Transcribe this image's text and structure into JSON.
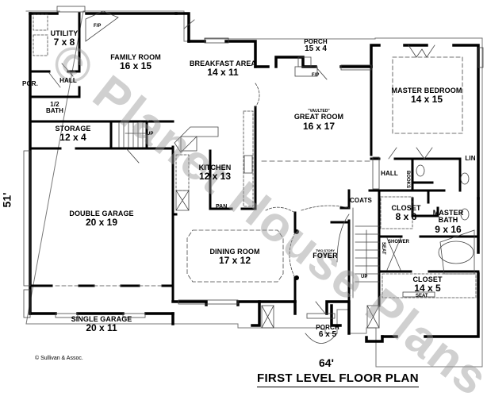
{
  "plan": {
    "title": "FIRST LEVEL FLOOR PLAN",
    "width_dim": "64'",
    "depth_dim": "51'",
    "copyright": "© Sullivan & Assoc.",
    "watermark": "© Planet House Plans",
    "colors": {
      "wall": "#000000",
      "line": "#555555",
      "watermark": "#969696",
      "background": "#ffffff"
    }
  },
  "rooms": {
    "utility": {
      "name": "UTILITY",
      "dim": "7 x 8"
    },
    "family_room": {
      "name": "FAMILY ROOM",
      "dim": "16 x 15"
    },
    "breakfast_area": {
      "name": "BREAKFAST AREA",
      "dim": "14 x 11"
    },
    "porch_rear": {
      "name": "PORCH",
      "dim": "15 x 4"
    },
    "master_bedroom": {
      "name": "MASTER BEDROOM",
      "dim": "14 x 15"
    },
    "great_room": {
      "note": "\"VAULTED\"",
      "name": "GREAT ROOM",
      "dim": "16 x 17"
    },
    "hall_left": {
      "name": "HALL"
    },
    "porch_side": {
      "name": "POR."
    },
    "half_bath": {
      "name": "1/2",
      "name2": "BATH"
    },
    "storage": {
      "name": "STORAGE",
      "dim": "12 x 4"
    },
    "kitchen": {
      "name": "KITCHEN",
      "dim": "12 x 13"
    },
    "pantry": {
      "name": "PAN"
    },
    "hall_right": {
      "name": "HALL"
    },
    "books": {
      "name": "BOOKS"
    },
    "linen": {
      "name": "LIN"
    },
    "coats": {
      "name": "COATS"
    },
    "closet_small": {
      "name": "CLOSET",
      "dim": "8 x 6"
    },
    "master_bath": {
      "name": "MASTER",
      "name2": "BATH",
      "dim": "9 x 16"
    },
    "double_garage": {
      "name": "DOUBLE GARAGE",
      "dim": "20 x 19"
    },
    "dining_room": {
      "name": "DINING ROOM",
      "dim": "17 x 12"
    },
    "foyer": {
      "note": "TWO STORY",
      "name": "FOYER"
    },
    "shower": {
      "name": "SHOWER"
    },
    "seat_vertical": {
      "name": "SEAT"
    },
    "closet_large": {
      "name": "CLOSET",
      "dim": "14 x 5"
    },
    "seat_horizontal": {
      "name": "SEAT"
    },
    "single_garage": {
      "name": "SINGLE GARAGE",
      "dim": "20 x 11"
    },
    "porch_front": {
      "name": "PORCH",
      "dim": "6 x 5"
    }
  },
  "fixtures": {
    "fp_family": "F/P",
    "fp_great": "F/P",
    "stairs_up_left": "UP",
    "stairs_up_foyer": "UP"
  }
}
